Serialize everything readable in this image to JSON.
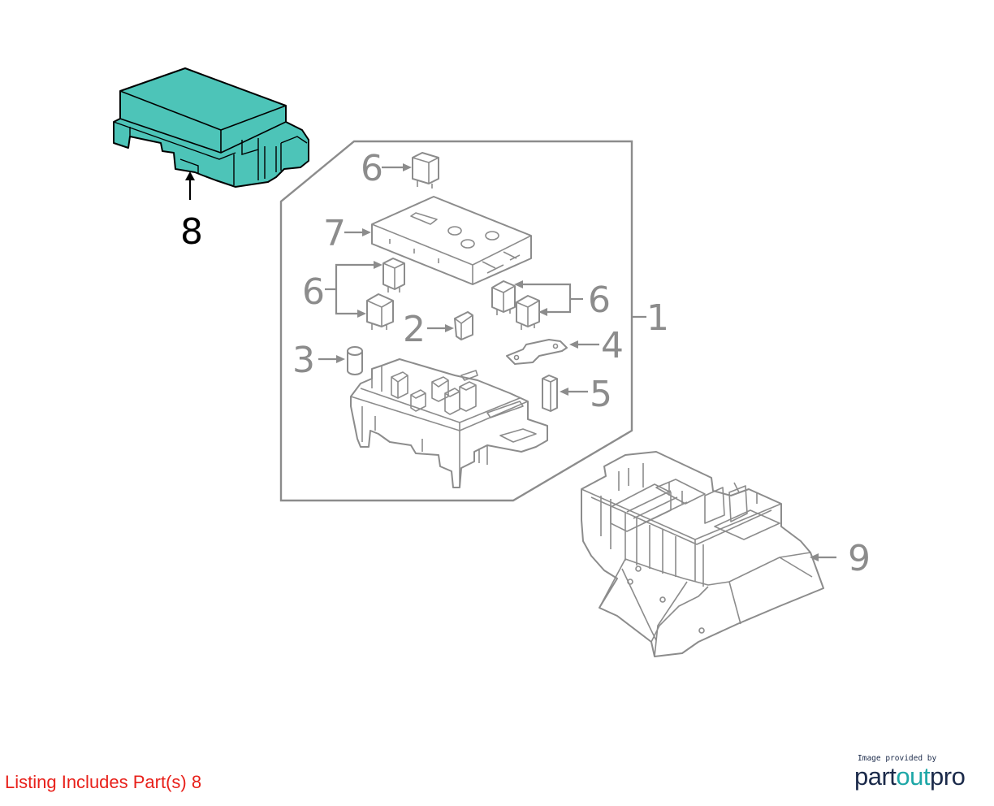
{
  "diagram": {
    "callouts": {
      "c1": "1",
      "c2": "2",
      "c3": "3",
      "c4": "4",
      "c5": "5",
      "c6a": "6",
      "c6b": "6",
      "c6c": "6",
      "c7": "7",
      "c8": "8",
      "c9": "9"
    },
    "highlight_color": "#4dc4b8",
    "line_color": "#8c8c8c"
  },
  "footer": {
    "listing_note": "Listing Includes Part(s) 8",
    "listing_note_color": "#e8201a"
  },
  "logo": {
    "caption": "Image provided by",
    "word_part1": "part",
    "word_part2": "out",
    "word_part3": "pro",
    "dark_color": "#1b2a4a",
    "accent_color": "#1ea7a7"
  }
}
